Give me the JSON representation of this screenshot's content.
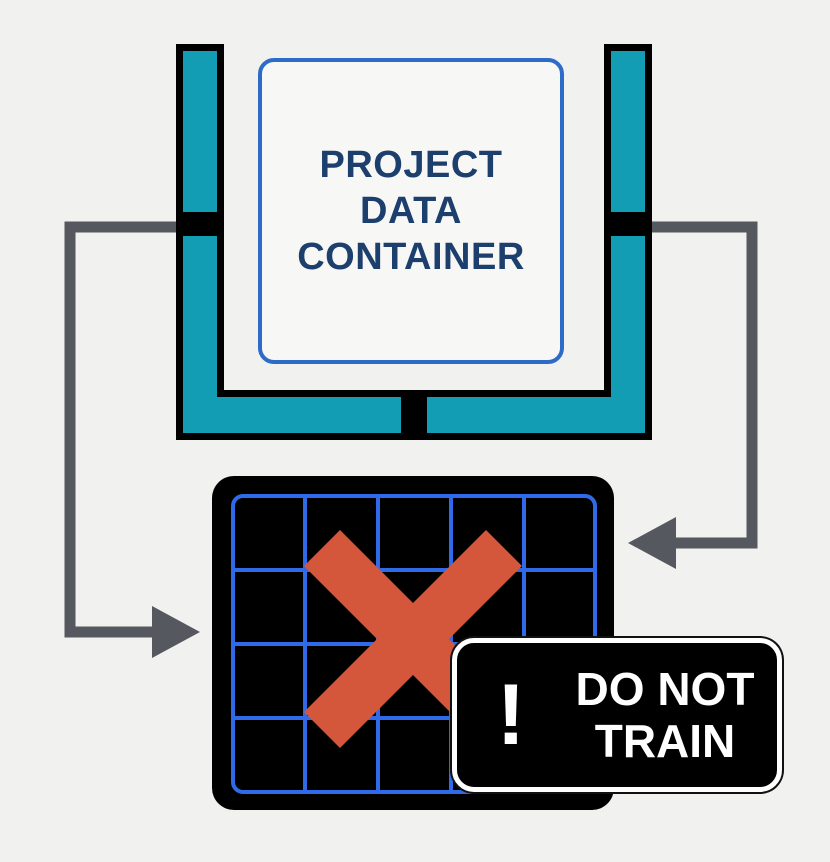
{
  "diagram": {
    "container_label": "PROJECT DATA CONTAINER",
    "warning_icon": "!",
    "warning_label": "DO NOT TRAIN",
    "colors": {
      "background": "#f1f1ef",
      "teal_wall": "#139db5",
      "outline": "#000000",
      "container_border": "#2e6bc8",
      "container_text": "#1c3f6e",
      "arrow": "#55585e",
      "grid_line": "#2f6be8",
      "cross": "#d5573b",
      "badge_background": "#000000",
      "badge_text": "#ffffff"
    },
    "icons": [
      "u-shaped-enclosure",
      "arrow-right-icon",
      "arrow-left-icon",
      "grid-icon",
      "cross-icon",
      "exclamation-icon"
    ]
  }
}
